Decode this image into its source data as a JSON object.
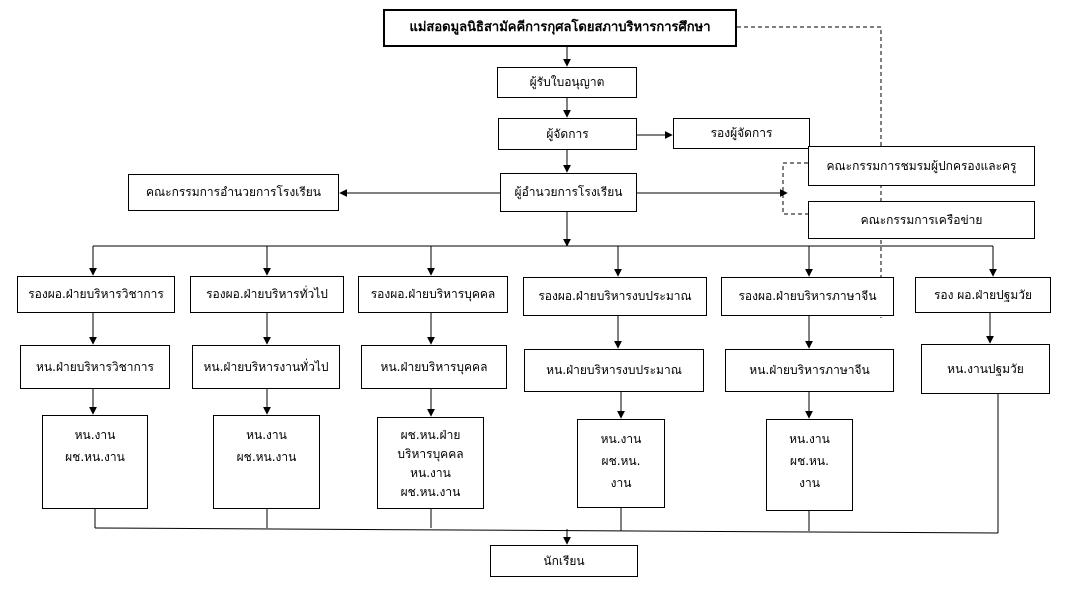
{
  "top": "แม่สอดมูลนิธิสามัคคีการกุศลโดยสภาบริหารการศึกษา",
  "licensee": "ผู้รับใบอนุญาต",
  "manager": "ผู้จัดการ",
  "deputy_manager": "รองผู้จัดการ",
  "director": "ผู้อำนวยการโรงเรียน",
  "school_board": "คณะกรรมการอำนวยการโรงเรียน",
  "parents_committee": "คณะกรรมการชมรมผู้ปกครองและครู",
  "network_committee": "คณะกรรมการเครือข่าย",
  "deputies": [
    "รองผอ.ฝ่ายบริหารวิชาการ",
    "รองผอ.ฝ่ายบริหารทั่วไป",
    "รองผอ.ฝ่ายบริหารบุคคล",
    "รองผอ.ฝ่ายบริหารงบประมาณ",
    "รองผอ.ฝ่ายบริหารภาษาจีน",
    "รอง ผอ.ฝ่ายปฐมวัย"
  ],
  "heads": [
    "หน.ฝ่ายบริหารวิชาการ",
    "หน.ฝ่ายบริหารงานทั่วไป",
    "หน.ฝ่ายบริหารบุคคล",
    "หน.ฝ่ายบริหารงบประมาณ",
    "หน.ฝ่ายบริหารภาษาจีน",
    "หน.งานปฐมวัย"
  ],
  "units": [
    [
      "หน.งาน",
      "ผช.หน.งาน"
    ],
    [
      "หน.งาน",
      "ผช.หน.งาน"
    ],
    [
      "ผช.หน.ฝ่าย",
      "บริหารบุคคล",
      "หน.งาน",
      "ผช.หน.งาน"
    ],
    [
      "หน.งาน",
      "ผช.หน.",
      "งาน"
    ],
    [
      "หน.งาน",
      "ผช.หน.",
      "งาน"
    ]
  ],
  "students": "นักเรียน"
}
